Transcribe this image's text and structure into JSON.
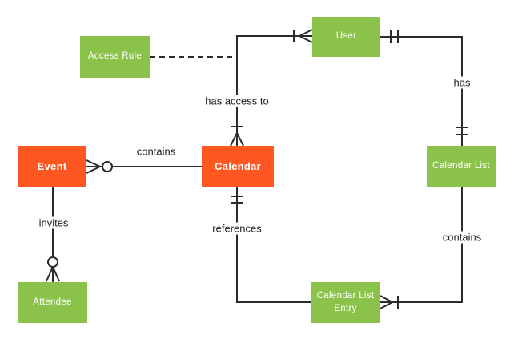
{
  "canvas": {
    "background": "#ffffff",
    "line_color": "#2b2b2b",
    "entity_green": "#8BC34A",
    "entity_orange": "#FF5722",
    "label_text_color": "#212121"
  },
  "entities": [
    {
      "id": "access-rule",
      "label": "Access Rule",
      "color": "green"
    },
    {
      "id": "user",
      "label": "User",
      "color": "green"
    },
    {
      "id": "event",
      "label": "Event",
      "color": "orange"
    },
    {
      "id": "calendar",
      "label": "Calendar",
      "color": "orange"
    },
    {
      "id": "calendar-list",
      "label": "Calendar List",
      "color": "green"
    },
    {
      "id": "attendee",
      "label": "Attendee",
      "color": "green"
    },
    {
      "id": "calendar-list-entry",
      "label": "Calendar List Entry",
      "color": "green"
    }
  ],
  "relationships": [
    {
      "label": "contains",
      "from": "Event",
      "to": "Calendar",
      "from_cardinality": "zero-or-many",
      "style": "solid"
    },
    {
      "label": "has access to",
      "from": "Calendar",
      "to": "User",
      "from_cardinality": "one-or-many",
      "to_cardinality": "one-or-many",
      "style": "solid"
    },
    {
      "label": "has",
      "from": "User",
      "to": "Calendar List",
      "from_cardinality": "exactly-one",
      "to_cardinality": "exactly-one",
      "style": "solid"
    },
    {
      "label": "references",
      "from": "Calendar",
      "to": "Calendar List Entry",
      "from_cardinality": "exactly-one",
      "style": "solid"
    },
    {
      "label": "contains",
      "from": "Calendar List",
      "to": "Calendar List Entry",
      "to_cardinality": "one-or-many",
      "style": "solid"
    },
    {
      "label": "invites",
      "from": "Event",
      "to": "Attendee",
      "to_cardinality": "zero-or-many",
      "style": "solid"
    },
    {
      "label": "",
      "from": "Access Rule",
      "to": "has access to",
      "style": "dashed"
    }
  ]
}
